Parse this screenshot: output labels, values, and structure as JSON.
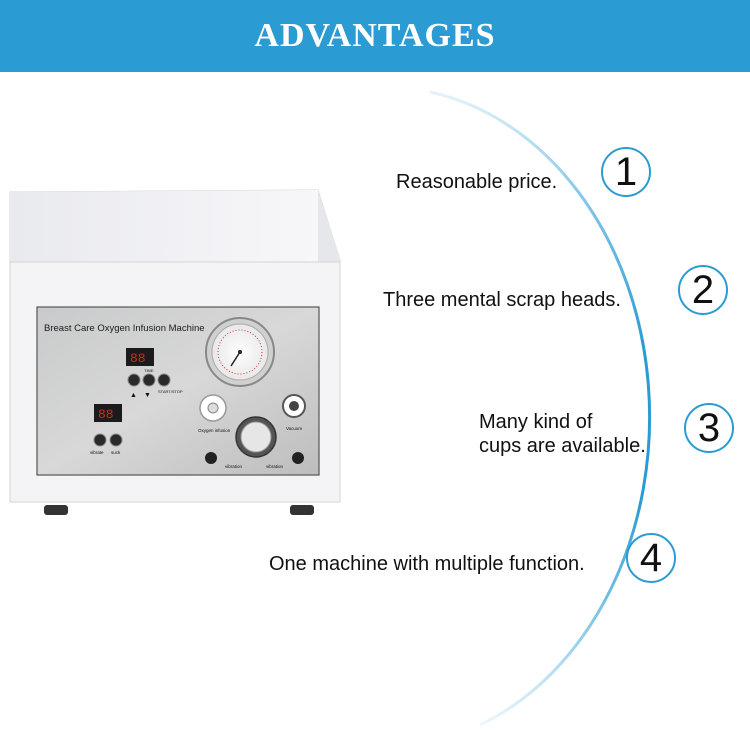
{
  "banner": {
    "title": "ADVANTAGES"
  },
  "advantages": [
    {
      "number": "1",
      "lines": [
        "Reasonable price."
      ]
    },
    {
      "number": "2",
      "lines": [
        "Three mental scrap heads."
      ]
    },
    {
      "number": "3",
      "lines": [
        "Many kind of",
        "cups are available."
      ]
    },
    {
      "number": "4",
      "lines": [
        "One machine with multiple function."
      ]
    }
  ],
  "machine": {
    "panel_title": "Breast Care Oxygen Infusion Machine",
    "display_top": "88",
    "display_bottom": "88",
    "label_time": "TIME",
    "label_start_stop": "START/STOP",
    "label_vibrate": "vibrate",
    "label_suck": "suck",
    "label_oxygen": "Oxygen infusion",
    "label_vacuum": "Vacuum",
    "label_vibration": "vibration",
    "label_vibration2": "vibration"
  },
  "colors": {
    "accent": "#2b9bd3",
    "text": "#111111"
  }
}
